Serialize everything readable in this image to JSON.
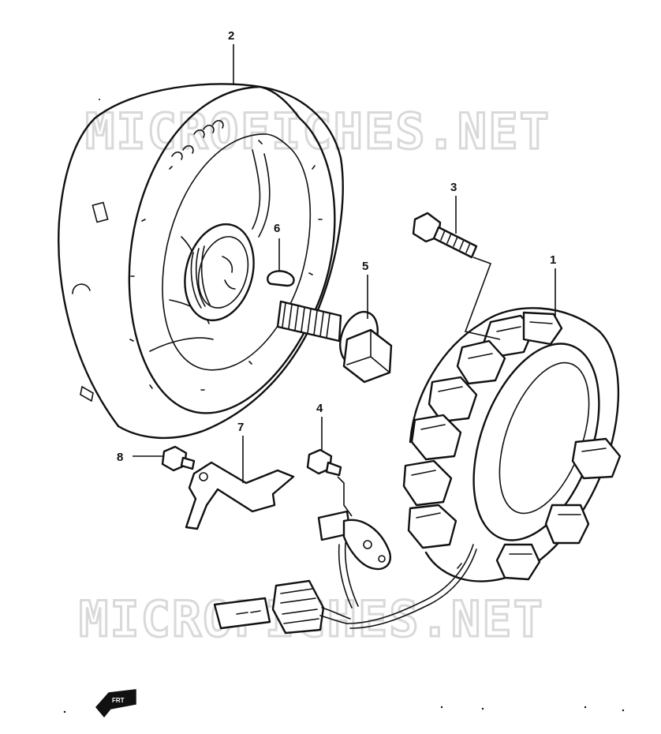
{
  "watermark": {
    "text": "MICROFICHES.NET"
  },
  "callouts": [
    {
      "id": "1",
      "label": "1"
    },
    {
      "id": "2",
      "label": "2"
    },
    {
      "id": "3",
      "label": "3"
    },
    {
      "id": "4",
      "label": "4"
    },
    {
      "id": "5",
      "label": "5"
    },
    {
      "id": "6",
      "label": "6"
    },
    {
      "id": "7",
      "label": "7"
    },
    {
      "id": "8",
      "label": "8"
    }
  ],
  "front_arrow": {
    "label": "FRT"
  }
}
